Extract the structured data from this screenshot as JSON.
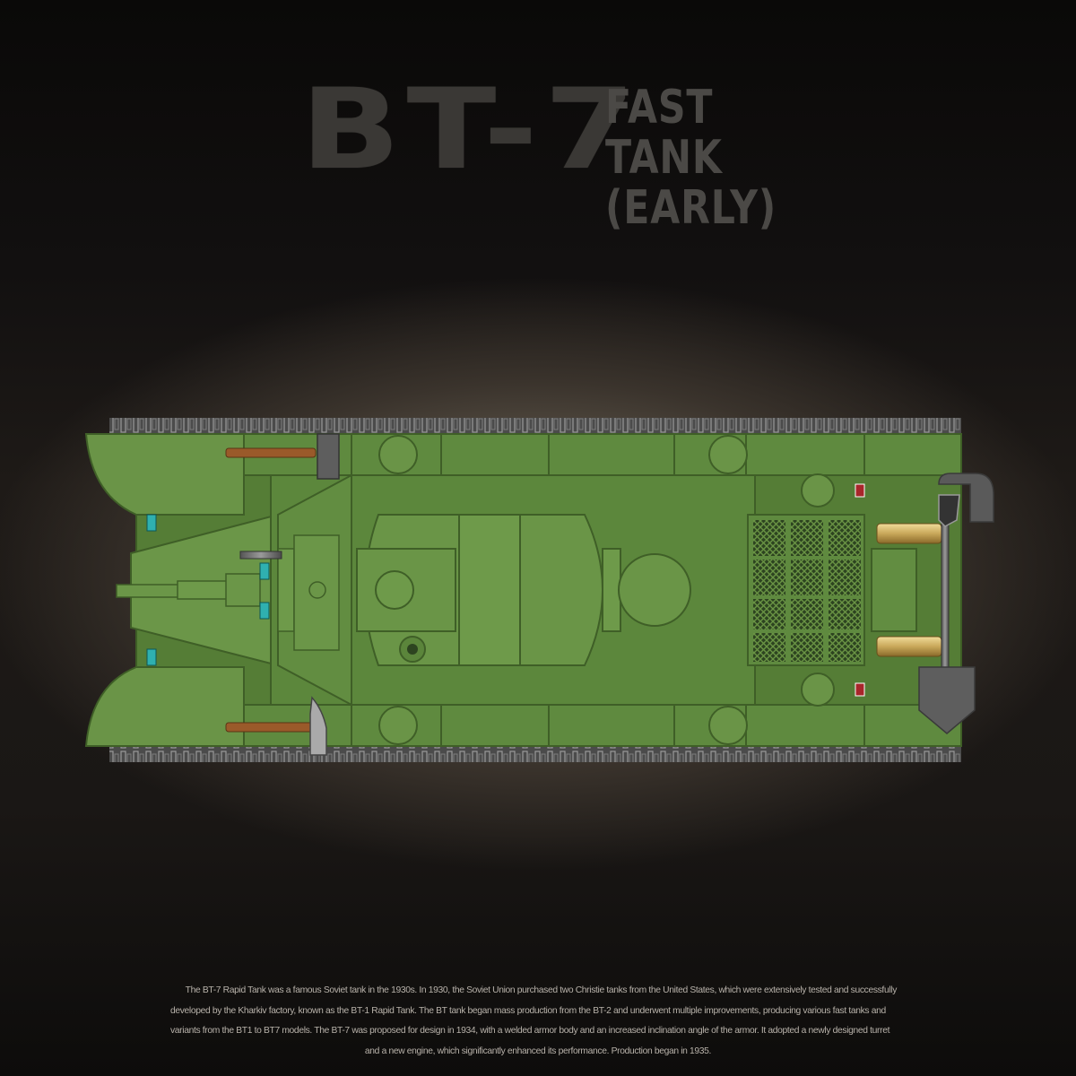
{
  "title": {
    "model": "BT-7",
    "subtitle_line1": "FAST TANK",
    "subtitle_line2": "(EARLY)"
  },
  "product": {
    "subject": "brick-built BT-7 fast tank model, top view",
    "colors": {
      "hull_green": "#5f8a3f",
      "hull_green_light": "#6e9a4a",
      "hull_green_dark": "#4a6e30",
      "track_gray": "#5a5a5a",
      "handle_brown": "#9a5a2a",
      "tool_metal": "#6e6e6e",
      "brass": "#c9a85a",
      "accent_teal": "#2fb0b0",
      "accent_red": "#a8262a"
    },
    "visible_tools": [
      "sledgehammer",
      "axe",
      "shovel",
      "exhaust-pipes",
      "main-gun",
      "machine-gun"
    ]
  },
  "description": {
    "lines": [
      "The BT-7 Rapid Tank was a famous Soviet tank in the 1930s. In 1930, the Soviet Union purchased two Christie tanks from the United States, which were extensively tested and successfully",
      "developed by the Kharkiv factory, known as the BT-1 Rapid Tank. The BT tank began mass production from the BT-2 and underwent multiple improvements, producing various fast tanks and",
      "variants from the BT1 to BT7 models. The BT-7 was proposed for design in 1934, with a welded armor body and an increased inclination angle of the armor. It adopted a newly designed turret",
      "and a new engine, which significantly enhanced its performance. Production began in 1935."
    ]
  }
}
